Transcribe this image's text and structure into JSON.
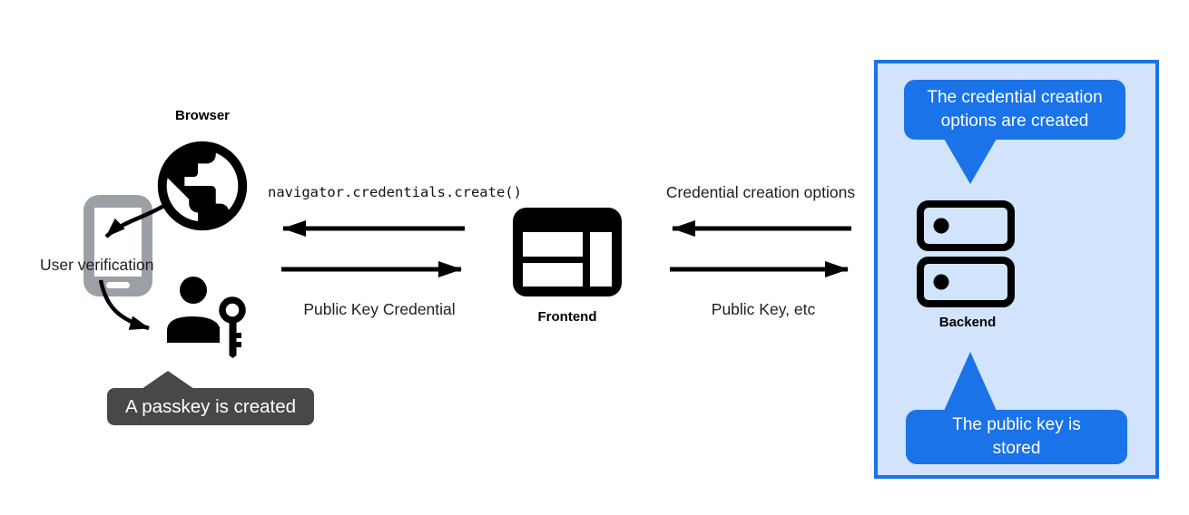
{
  "nodes": {
    "browser": {
      "label": "Browser",
      "icon": "globe-icon"
    },
    "user_verification": {
      "label": "User verification",
      "icon": "smartphone-icon"
    },
    "user": {
      "icon": "person-key-icon"
    },
    "frontend": {
      "label": "Frontend",
      "icon": "browser-window-icon"
    },
    "backend": {
      "label": "Backend",
      "icon": "server-stack-icon"
    }
  },
  "messages": {
    "frontend_to_browser": "navigator.credentials.create()",
    "browser_to_frontend": "Public Key Credential",
    "backend_to_frontend": "Credential creation options",
    "frontend_to_backend": "Public Key, etc"
  },
  "callouts": {
    "passkey_created": {
      "text": "A passkey is created",
      "background": "#47484a",
      "text_color": "#ffffff"
    },
    "options_created": {
      "line1": "The credential creation",
      "line2": "options are created",
      "background": "#1a73e8",
      "text_color": "#ffffff"
    },
    "public_key_stored": {
      "line1": "The public key is",
      "line2": "stored",
      "background": "#1a73e8",
      "text_color": "#ffffff"
    }
  },
  "backend_panel": {
    "fill": "#d2e3fc",
    "border_color": "#1a73e8"
  },
  "colors": {
    "icon_black": "#000000",
    "phone_gray": "#9aa0a6",
    "label_text": "#202124",
    "arrow_black": "#000000",
    "canvas_background": "#ffffff"
  }
}
